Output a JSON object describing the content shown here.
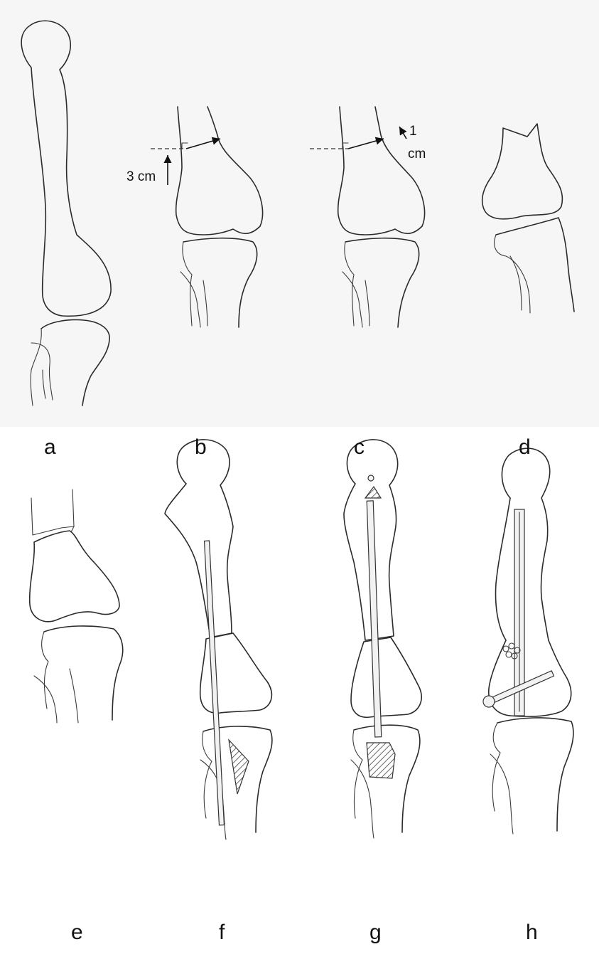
{
  "panels": [
    {
      "id": "a",
      "label": "a"
    },
    {
      "id": "b",
      "label": "b"
    },
    {
      "id": "c",
      "label": "c"
    },
    {
      "id": "d",
      "label": "d"
    },
    {
      "id": "e",
      "label": "e"
    },
    {
      "id": "f",
      "label": "f"
    },
    {
      "id": "g",
      "label": "g"
    },
    {
      "id": "h",
      "label": "h"
    }
  ],
  "annotations": {
    "b_distance": "3 cm",
    "c_distance_value": "1",
    "c_distance_unit": "cm"
  }
}
